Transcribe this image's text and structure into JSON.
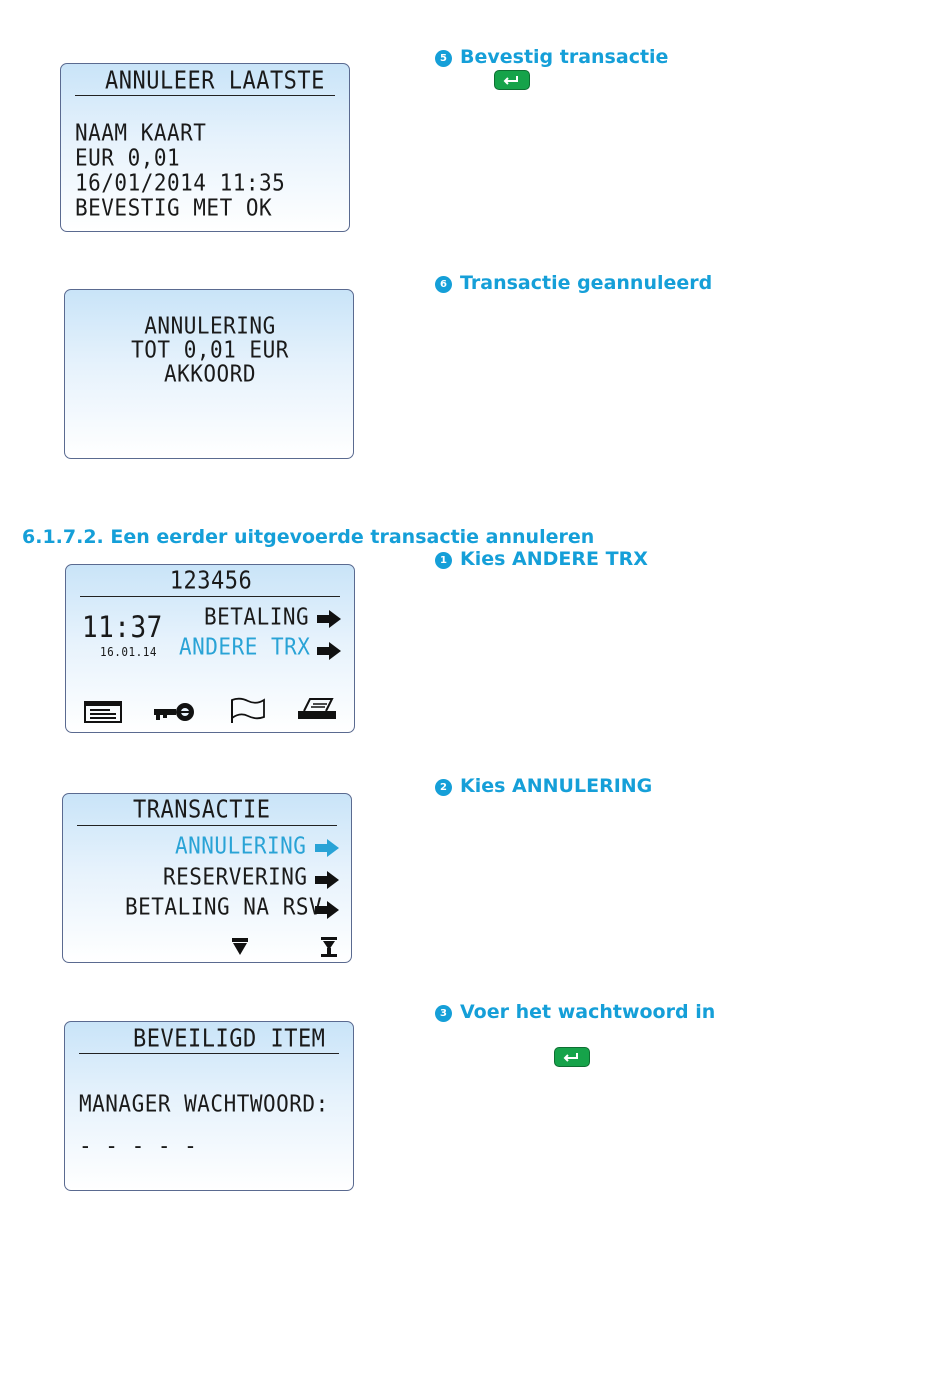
{
  "screen1": {
    "title": "ANNULEER LAATSTE",
    "lines": [
      "NAAM KAART",
      "EUR 0,01",
      "16/01/2014  11:35",
      "BEVESTIG MET OK"
    ]
  },
  "step5": {
    "num": "5",
    "label": "Bevestig transactie"
  },
  "screen2": {
    "lines": [
      "ANNULERING",
      "TOT 0,01 EUR",
      "AKKOORD"
    ]
  },
  "step6": {
    "num": "6",
    "label": "Transactie geannuleerd"
  },
  "section_heading": "6.1.7.2. Een eerder uitgevoerde transactie annuleren",
  "screen3": {
    "title": "123456",
    "time": "11:37",
    "date": "16.01.14",
    "menu": [
      "BETALING",
      "ANDERE TRX"
    ],
    "icons": [
      "menu-list-icon",
      "key-icon",
      "flag-icon",
      "printer-icon"
    ]
  },
  "step1": {
    "num": "1",
    "label": "Kies ANDERE TRX"
  },
  "screen4": {
    "title": "TRANSACTIE",
    "menu": [
      "ANNULERING",
      "RESERVERING",
      "BETALING NA RSV"
    ]
  },
  "step2": {
    "num": "2",
    "label": "Kies ANNULERING"
  },
  "screen5": {
    "title": "BEVEILIGD ITEM",
    "prompt": "MANAGER WACHTWOORD:",
    "input": "- - - - -"
  },
  "step3": {
    "num": "3",
    "label": "Voer het wachtwoord in"
  },
  "colors": {
    "accent": "#159fd8",
    "highlight": "#29a3d6",
    "enter_key": "#16a34a"
  }
}
